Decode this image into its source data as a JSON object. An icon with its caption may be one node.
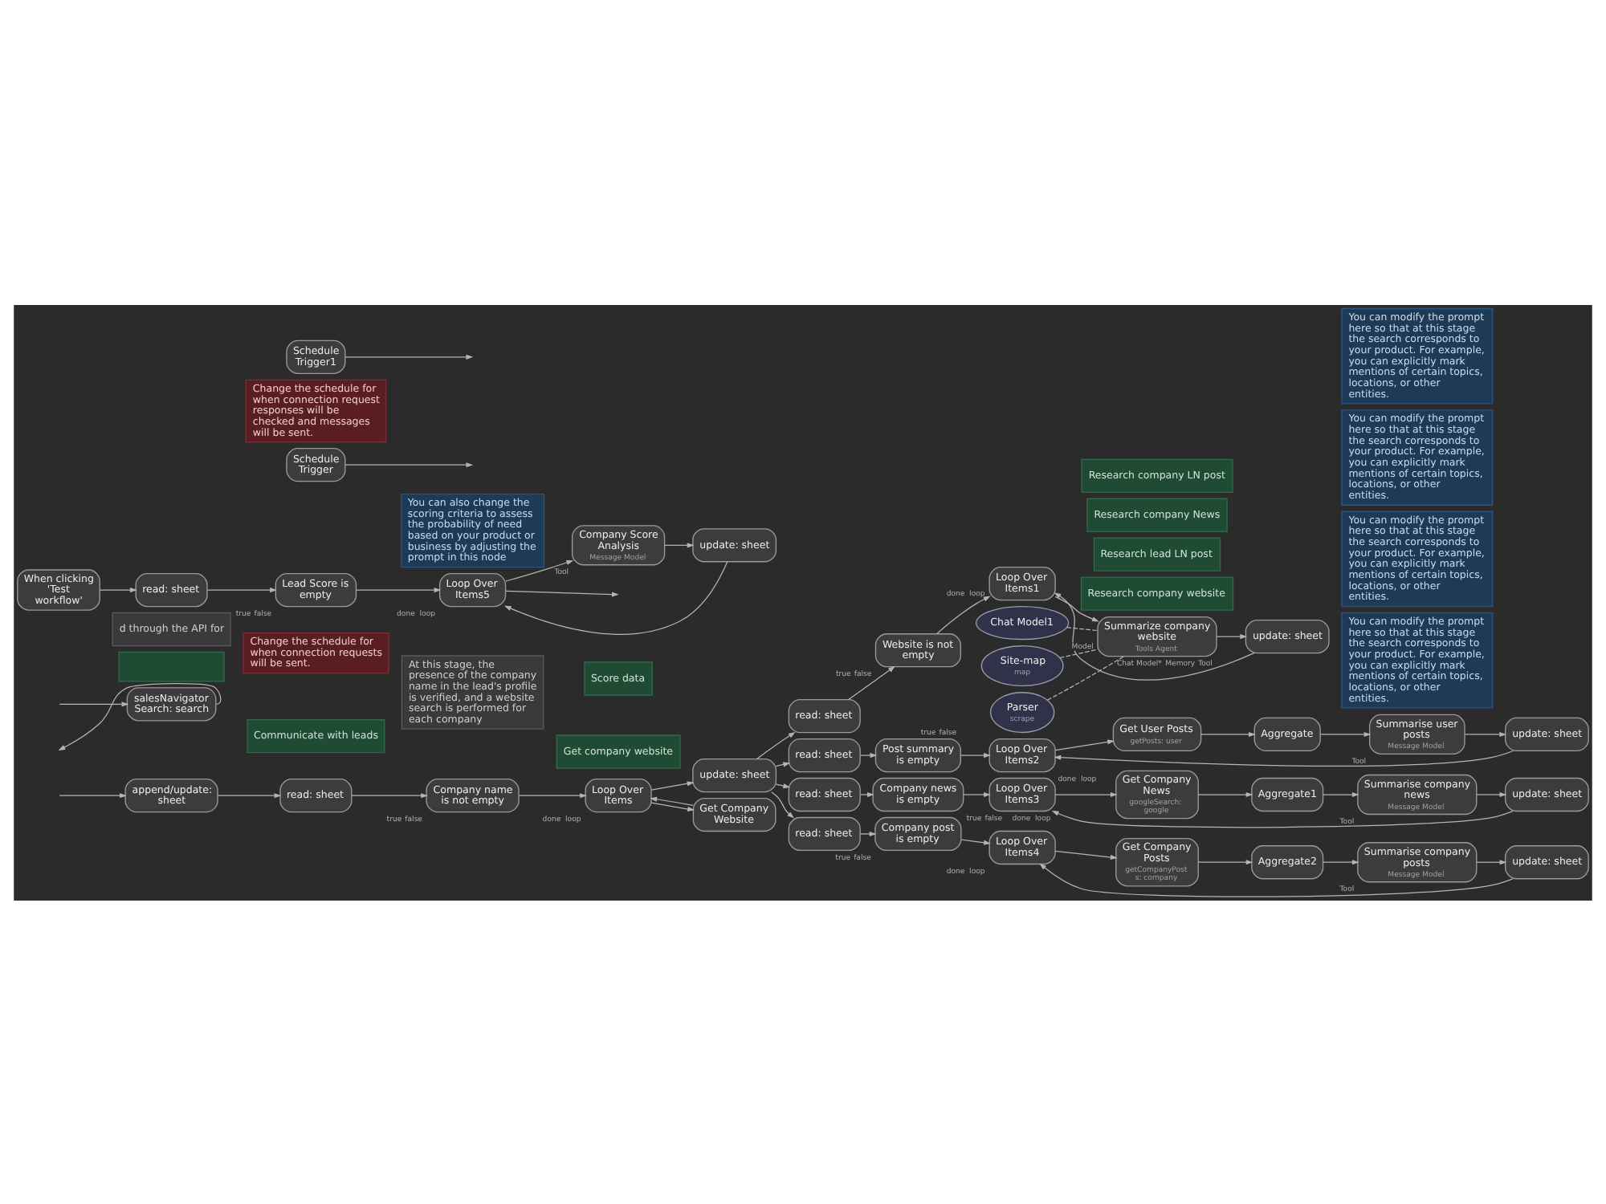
{
  "diagram": {
    "nodes": [
      {
        "text": [
          "Research company website"
        ]
      },
      {
        "text": [
          "Research lead LN post"
        ]
      },
      {
        "text": [
          "Research company News"
        ]
      },
      {
        "text": [],
        "shape": "box"
      },
      {
        "text": [
          "Get company website"
        ]
      },
      {
        "text": [
          "Research company LN post"
        ]
      },
      {
        "text": [
          "Score data"
        ]
      },
      {
        "text": [
          "Communicate with leads"
        ]
      },
      {
        "text": [
          "At this stage, the presence of the company name in the lead's profile is verified, and a website search is performed for each company"
        ]
      },
      {
        "text": [
          "You can modify the prompt here so that at this stage the search corresponds to your product. For example, you can explicitly mark mentions of certain topics, locations, or other entities."
        ]
      },
      {
        "text": [
          "Change the schedule for when connection requests will be sent."
        ]
      },
      {
        "text": [
          "append/update: sheet"
        ]
      },
      {
        "text": [
          "salesNavigatorSearch: search"
        ]
      },
      {
        "text": [
          "d through the API for"
        ]
      },
      {
        "text": [
          "read: sheet"
        ]
      },
      {
        "text": [
          "Company name is not empty"
        ],
        "beside": [
          "true",
          "false"
        ]
      },
      {
        "text": [
          "Loop Over Items"
        ],
        "beside": [
          "done",
          "loop"
        ]
      },
      {
        "text": [
          "update: sheet"
        ]
      },
      {
        "text": [
          "Get Company Website"
        ]
      },
      {
        "text": [
          "read: sheet"
        ]
      },
      {
        "text": [
          "Website is not empty"
        ],
        "beside": [
          "true",
          "false"
        ]
      },
      {
        "text": [
          "Loop Over Items1"
        ],
        "beside": [
          "done",
          "loop"
        ]
      },
      {
        "text": [
          "Summarize company website",
          "Tools Agent"
        ],
        "beside": [
          "Chat Model*",
          "Memory",
          "Tool"
        ]
      },
      {
        "text": [
          "update: sheet"
        ]
      },
      {
        "text": [
          "Chat Model1"
        ],
        "beside": [
          "Model"
        ]
      },
      {
        "text": [
          "Site-map",
          "map"
        ]
      },
      {
        "text": [
          "Parser",
          "scrape"
        ]
      },
      {
        "text": [
          "read: sheet"
        ]
      },
      {
        "text": [
          "Post summary is empty"
        ],
        "beside": [
          "true",
          "false"
        ]
      },
      {
        "text": [
          "Loop Over Items2"
        ],
        "beside": [
          "done",
          "loop"
        ]
      },
      {
        "text": [
          "You can modify the prompt here so that at this stage the search corresponds to your product. For example, you can explicitly mark mentions of certain topics, locations, or other entities."
        ]
      },
      {
        "text": [
          "Get User Posts",
          "getPosts: user"
        ]
      },
      {
        "text": [
          "Aggregate"
        ]
      },
      {
        "text": [
          "Summarise user posts",
          "Message Model"
        ],
        "beside": [
          "Tool"
        ]
      },
      {
        "text": [
          "update: sheet"
        ]
      },
      {
        "text": [
          "read: sheet"
        ]
      },
      {
        "text": [
          "Company news is empty"
        ],
        "beside": [
          "true",
          "false"
        ]
      },
      {
        "text": [
          "Loop Over Items3"
        ],
        "beside": [
          "done",
          "loop"
        ]
      },
      {
        "text": [
          "You can modify the prompt here so that at this stage the search corresponds to your product. For example, you can explicitly mark mentions of certain topics, locations, or other entities."
        ]
      },
      {
        "text": [
          "Get Company News",
          "googleSearch: google"
        ]
      },
      {
        "text": [
          "Aggregate1"
        ]
      },
      {
        "text": [
          "Summarise company news",
          "Message Model"
        ],
        "beside": [
          "Tool"
        ]
      },
      {
        "text": [
          "update: sheet"
        ]
      },
      {
        "text": [
          "read: sheet"
        ]
      },
      {
        "text": [
          "Company post is empty"
        ],
        "beside": [
          "true",
          "false"
        ]
      },
      {
        "text": [
          "Loop Over Items4"
        ],
        "beside": [
          "done",
          "loop"
        ]
      },
      {
        "text": [
          "You can modify the prompt here so that at this stage the search corresponds to your product. For example, you can explicitly mark mentions of certain topics, locations, or other entities."
        ]
      },
      {
        "text": [
          "Get Company Posts",
          "getCompanyPosts: company"
        ]
      },
      {
        "text": [
          "Aggregate2"
        ]
      },
      {
        "text": [
          "Summarise company posts",
          "Message Model"
        ],
        "beside": [
          "Tool"
        ]
      },
      {
        "text": [
          "update: sheet"
        ]
      },
      {
        "text": [
          "When clicking 'Test workflow'"
        ]
      },
      {
        "text": [
          "read: sheet"
        ]
      },
      {
        "text": [
          "Lead Score is empty"
        ],
        "beside": [
          "true",
          "false"
        ]
      },
      {
        "text": [
          "Loop Over Items5"
        ],
        "beside": [
          "done",
          "loop"
        ]
      },
      {
        "text": [
          "You can also change the scoring criteria to assess the probability of need based on your product or business by adjusting the prompt in this node"
        ]
      },
      {
        "text": [
          "Company Score Analysis",
          "Message Model"
        ],
        "beside": [
          "Tool"
        ]
      },
      {
        "text": [
          "update: sheet"
        ]
      },
      {
        "text": [
          "Schedule Trigger"
        ]
      },
      {
        "text": [
          "Change the schedule for when connection request responses will be checked and messages will be sent."
        ]
      },
      {
        "text": [
          "Schedule Trigger1"
        ]
      }
    ],
    "edges": [
      {
        "from": null,
        "to": 11,
        "arrow": "to"
      },
      {
        "from": 12,
        "to": null,
        "arrow": "to"
      },
      {
        "from": null,
        "to": 12,
        "arrow": "to"
      },
      {
        "from": 11,
        "to": 14,
        "arrow": "to"
      },
      {
        "from": 14,
        "to": 15,
        "arrow": "to"
      },
      {
        "from": 15,
        "to": 16,
        "arrow": "to"
      },
      {
        "from": 16,
        "to": 17,
        "arrow": "to"
      },
      {
        "from": 16,
        "to": 18,
        "arrow": "to"
      },
      {
        "from": 18,
        "to": 16,
        "arrow": "to"
      },
      {
        "from": 17,
        "to": 19,
        "arrow": "to"
      },
      {
        "from": 17,
        "to": 27,
        "arrow": "to"
      },
      {
        "from": 17,
        "to": 35,
        "arrow": "to"
      },
      {
        "from": 17,
        "to": 43,
        "arrow": "to"
      },
      {
        "from": 19,
        "to": 20,
        "arrow": "to"
      },
      {
        "from": 20,
        "to": 21,
        "arrow": "to"
      },
      {
        "from": 21,
        "to": 22,
        "arrow": "to"
      },
      {
        "from": 22,
        "to": 23,
        "arrow": "to"
      },
      {
        "from": 23,
        "to": 21,
        "arrow": "to"
      },
      {
        "from": 24,
        "to": 22,
        "arrow": "none",
        "style": "dashed"
      },
      {
        "from": 25,
        "to": 22,
        "arrow": "none",
        "style": "dashed"
      },
      {
        "from": 26,
        "to": 22,
        "arrow": "none",
        "style": "dashed"
      },
      {
        "from": 27,
        "to": 28,
        "arrow": "to"
      },
      {
        "from": 28,
        "to": 29,
        "arrow": "to"
      },
      {
        "from": 29,
        "to": 31,
        "arrow": "to"
      },
      {
        "from": 31,
        "to": 32,
        "arrow": "to"
      },
      {
        "from": 32,
        "to": 33,
        "arrow": "to"
      },
      {
        "from": 33,
        "to": 34,
        "arrow": "to"
      },
      {
        "from": 34,
        "to": 29,
        "arrow": "to"
      },
      {
        "from": 35,
        "to": 36,
        "arrow": "to"
      },
      {
        "from": 36,
        "to": 37,
        "arrow": "to"
      },
      {
        "from": 37,
        "to": 39,
        "arrow": "to"
      },
      {
        "from": 39,
        "to": 40,
        "arrow": "to"
      },
      {
        "from": 40,
        "to": 41,
        "arrow": "to"
      },
      {
        "from": 41,
        "to": 42,
        "arrow": "to"
      },
      {
        "from": 42,
        "to": 37,
        "arrow": "to"
      },
      {
        "from": 43,
        "to": 44,
        "arrow": "to"
      },
      {
        "from": 44,
        "to": 45,
        "arrow": "to"
      },
      {
        "from": 45,
        "to": 47,
        "arrow": "to"
      },
      {
        "from": 47,
        "to": 48,
        "arrow": "to"
      },
      {
        "from": 48,
        "to": 49,
        "arrow": "to"
      },
      {
        "from": 49,
        "to": 50,
        "arrow": "to"
      },
      {
        "from": 50,
        "to": 45,
        "arrow": "to"
      },
      {
        "from": 51,
        "to": 52,
        "arrow": "to"
      },
      {
        "from": 52,
        "to": 53,
        "arrow": "to"
      },
      {
        "from": 53,
        "to": 54,
        "arrow": "to"
      },
      {
        "from": 54,
        "to": 56,
        "arrow": "to"
      },
      {
        "from": 56,
        "to": 57,
        "arrow": "to"
      },
      {
        "from": 57,
        "to": 54,
        "arrow": "to"
      },
      {
        "from": 54,
        "to": null,
        "arrow": "to"
      },
      {
        "from": 58,
        "to": null,
        "arrow": "to"
      },
      {
        "from": 60,
        "to": null,
        "arrow": "to"
      }
    ]
  }
}
